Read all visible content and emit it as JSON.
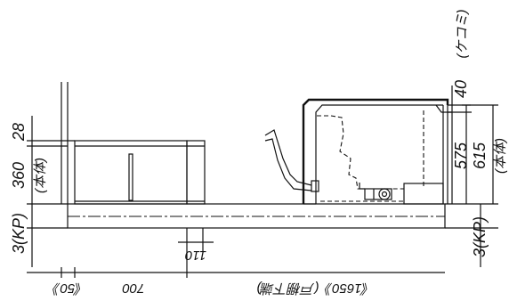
{
  "labels": {
    "height_28": "28",
    "height_360": "360",
    "body_360": "(本体)",
    "kp_left": "3(KP)",
    "height_40": "40",
    "kekomi": "(ケコミ)",
    "height_575": "575",
    "height_615": "615",
    "body_615": "(本体)",
    "kp_right": "3(KP)",
    "width_110": "110",
    "width_50": "《50》",
    "width_700": "700",
    "width_1650": "《1650》(戸棚下端)"
  }
}
